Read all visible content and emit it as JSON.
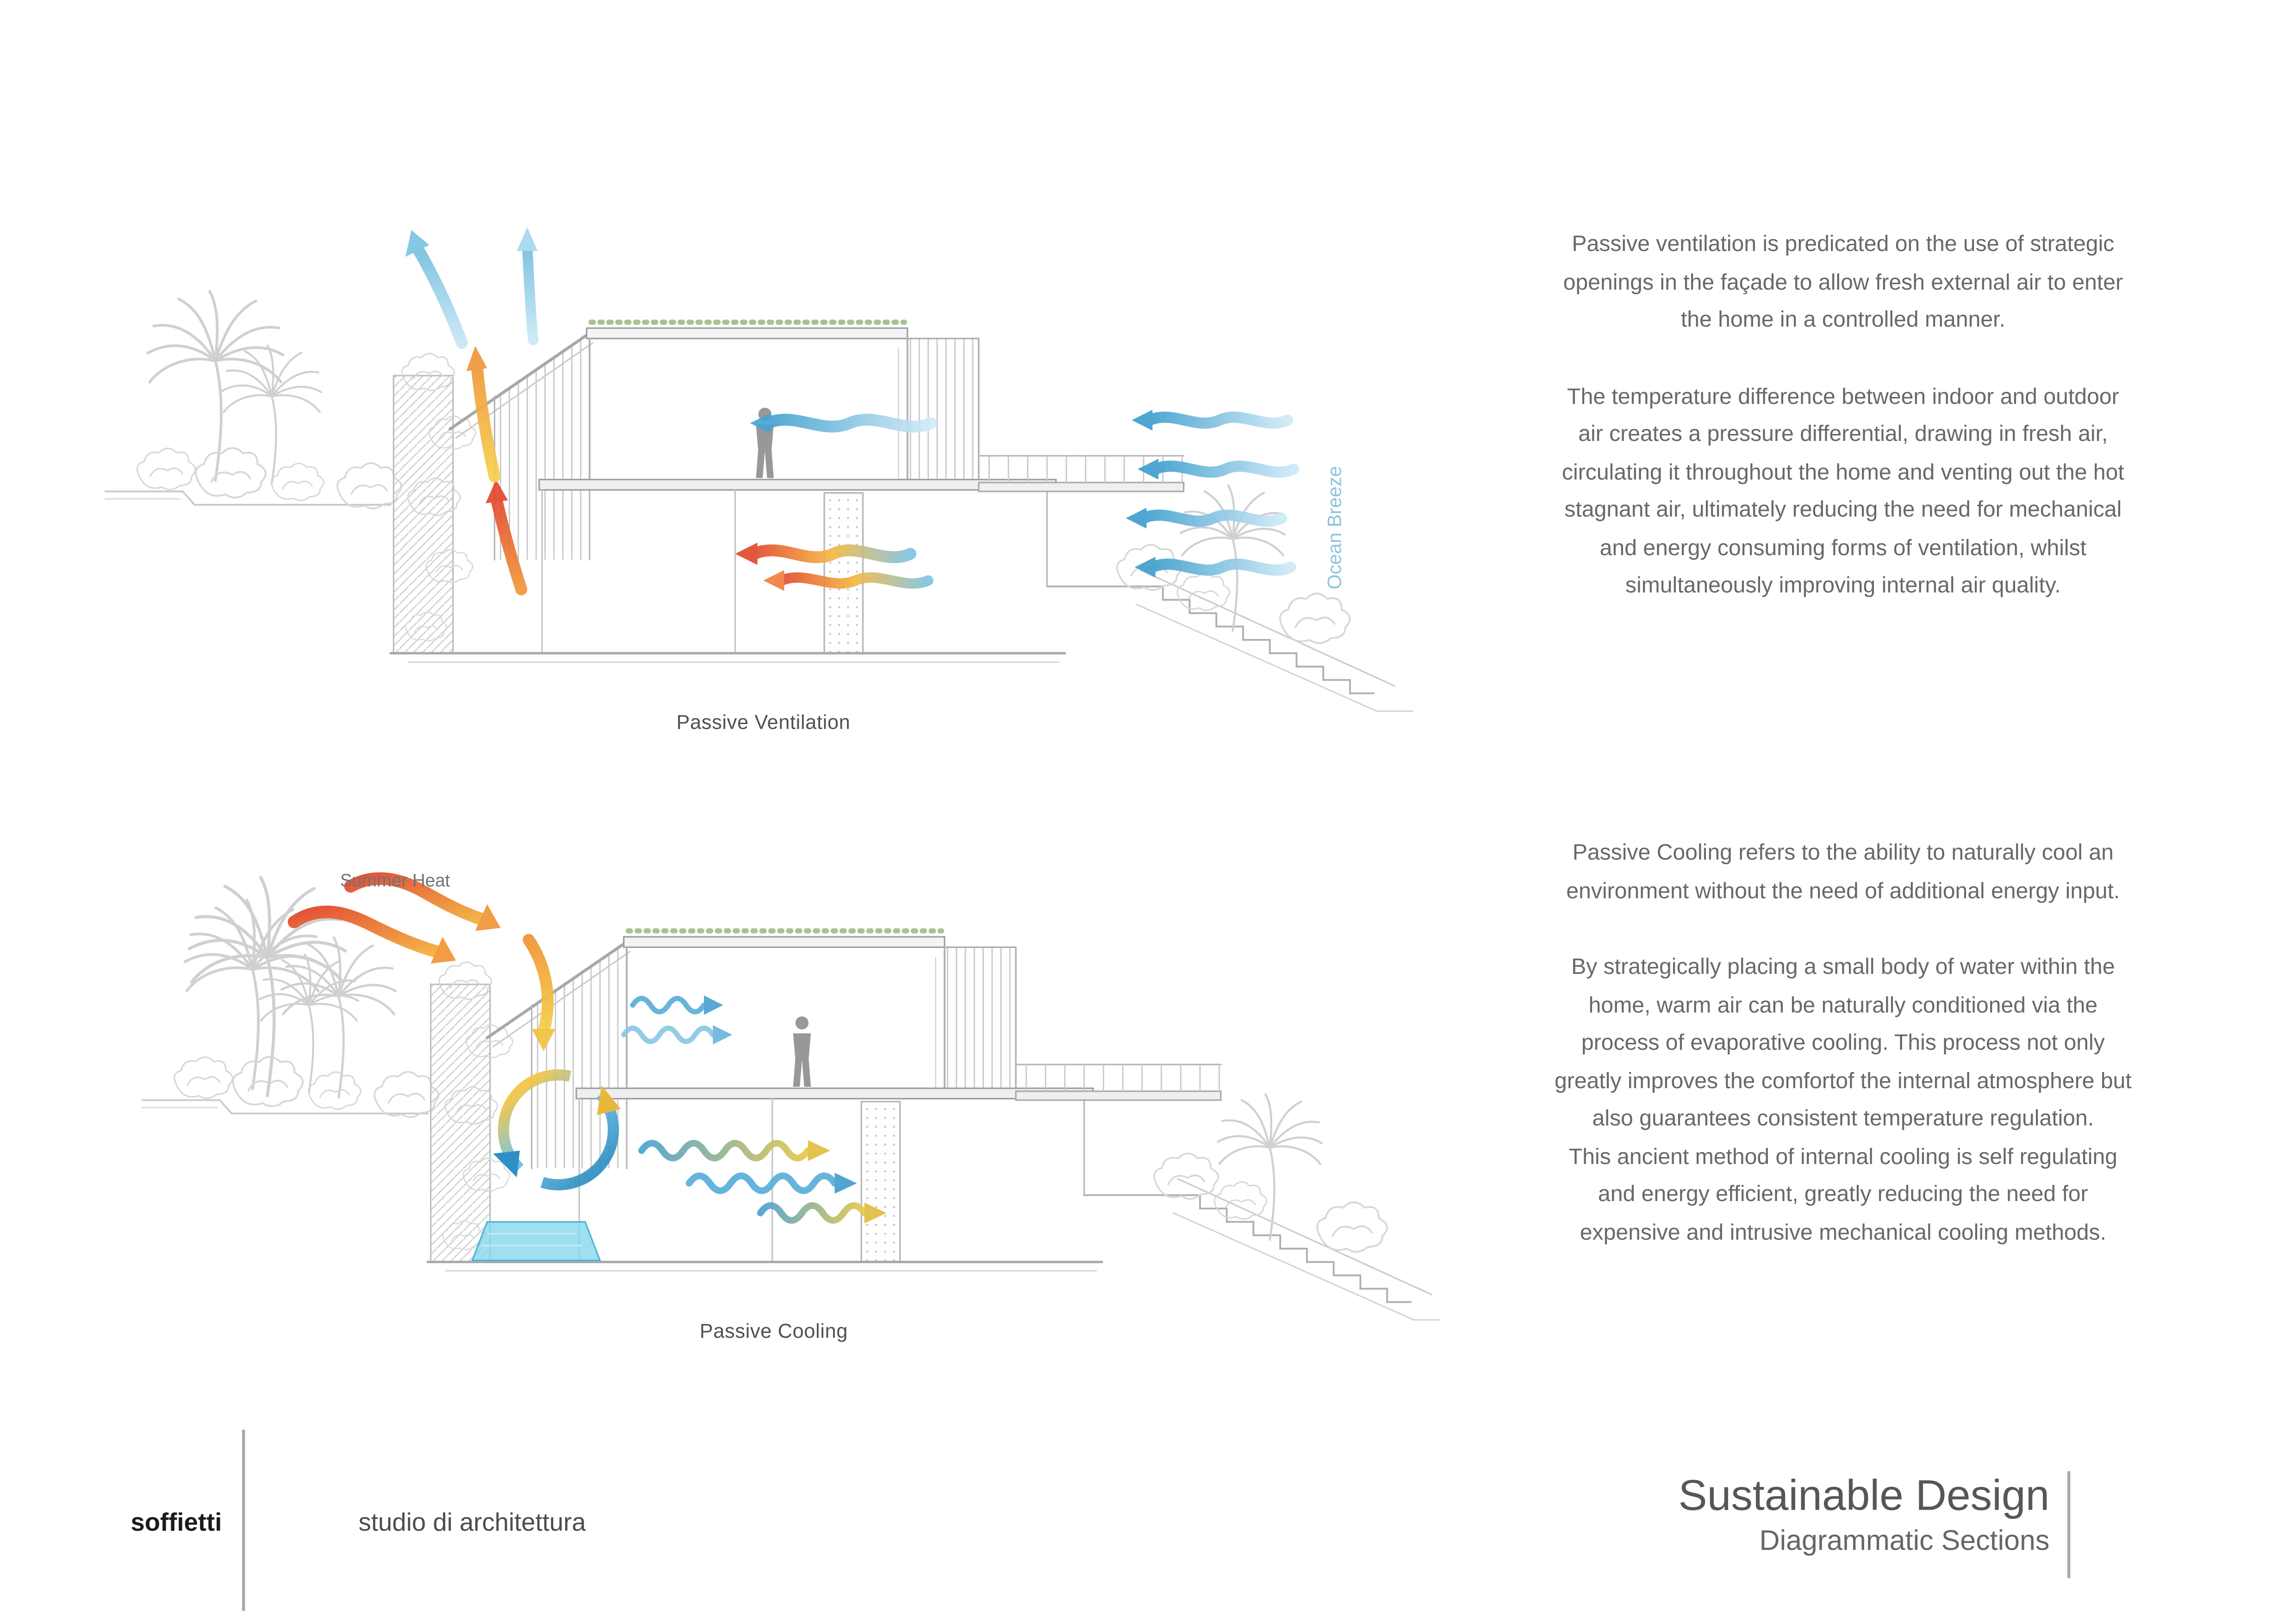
{
  "page": {
    "background": "#ffffff"
  },
  "diagrams": {
    "ventilation": {
      "caption": "Passive Ventilation",
      "breeze_label": "Ocean Breeze"
    },
    "cooling": {
      "caption": "Passive Cooling",
      "heat_label": "Summer Heat"
    }
  },
  "text_blocks": {
    "ventilation": {
      "paragraph_1": "Passive ventilation is predicated on the use of strategic openings in the façade to allow fresh external air to enter the home in a controlled manner.",
      "paragraph_2": "The temperature difference between indoor and outdoor air creates a pressure differential, drawing in fresh air, circulating it throughout the home and venting out the hot stagnant air, ultimately reducing the need for mechanical and energy consuming forms of ventilation, whilst simultaneously improving internal air quality."
    },
    "cooling": {
      "paragraph_1": "Passive Cooling refers to the ability to naturally cool an environment without the need of additional energy input.",
      "paragraph_2": "By strategically placing a small body of water within the home, warm air can be naturally conditioned via the process of evaporative cooling. This process not only greatly improves the comfortof the internal atmosphere but also guarantees consistent temperature regulation.",
      "paragraph_3": "This ancient method of internal cooling is self regulating and energy efficient, greatly reducing the need for expensive and intrusive mechanical cooling methods."
    }
  },
  "footer": {
    "studio_name": "soffietti",
    "studio_descriptor": "studio di architettura",
    "sheet_title": "Sustainable Design",
    "sheet_subtitle": "Diagrammatic Sections"
  },
  "colors": {
    "body_text": "#66686c",
    "title_text": "#54565a",
    "breeze_blue": "#3f9fce",
    "breeze_label_blue": "#8fc3de",
    "heat_red": "#e2492e",
    "heat_orange": "#f0963a",
    "heat_yellow": "#f5cf4a",
    "water_cyan": "#86d7ec",
    "drawing_gray": "#c6c7c9"
  }
}
